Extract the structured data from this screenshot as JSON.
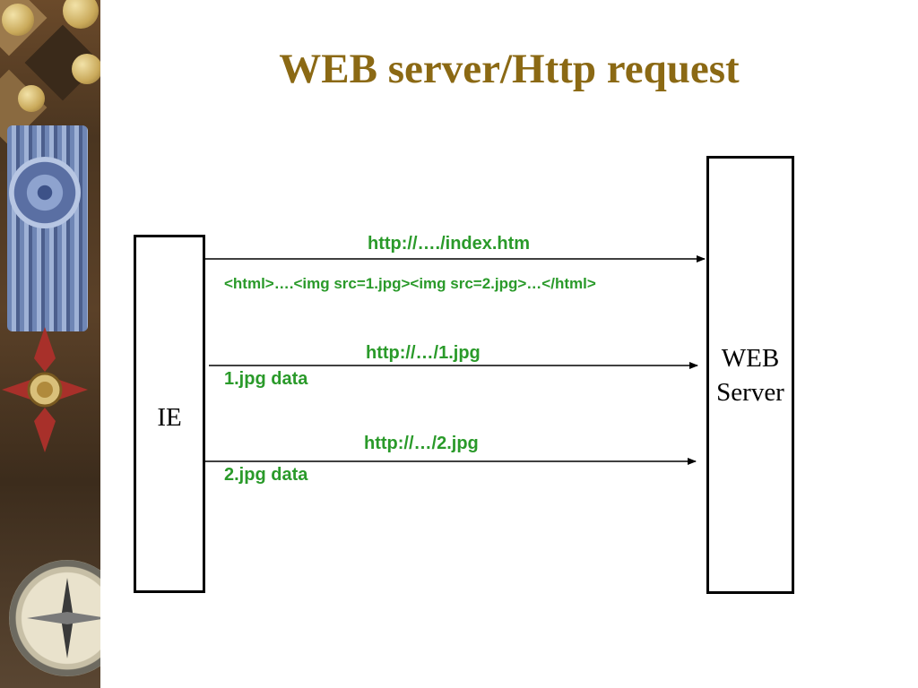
{
  "slide": {
    "title": "WEB server/Http request"
  },
  "diagram": {
    "client_label": "IE",
    "server_label_line1": "WEB",
    "server_label_line2": "Server",
    "messages": [
      {
        "request": "http://…./index.htm",
        "response": "<html>….<img src=1.jpg><img src=2.jpg>…</html>"
      },
      {
        "request": "http://…/1.jpg",
        "response": "1.jpg data"
      },
      {
        "request": "http://…/2.jpg",
        "response": "2.jpg data"
      }
    ],
    "label_color": "#2a9a2a",
    "title_color": "#8b6914"
  }
}
